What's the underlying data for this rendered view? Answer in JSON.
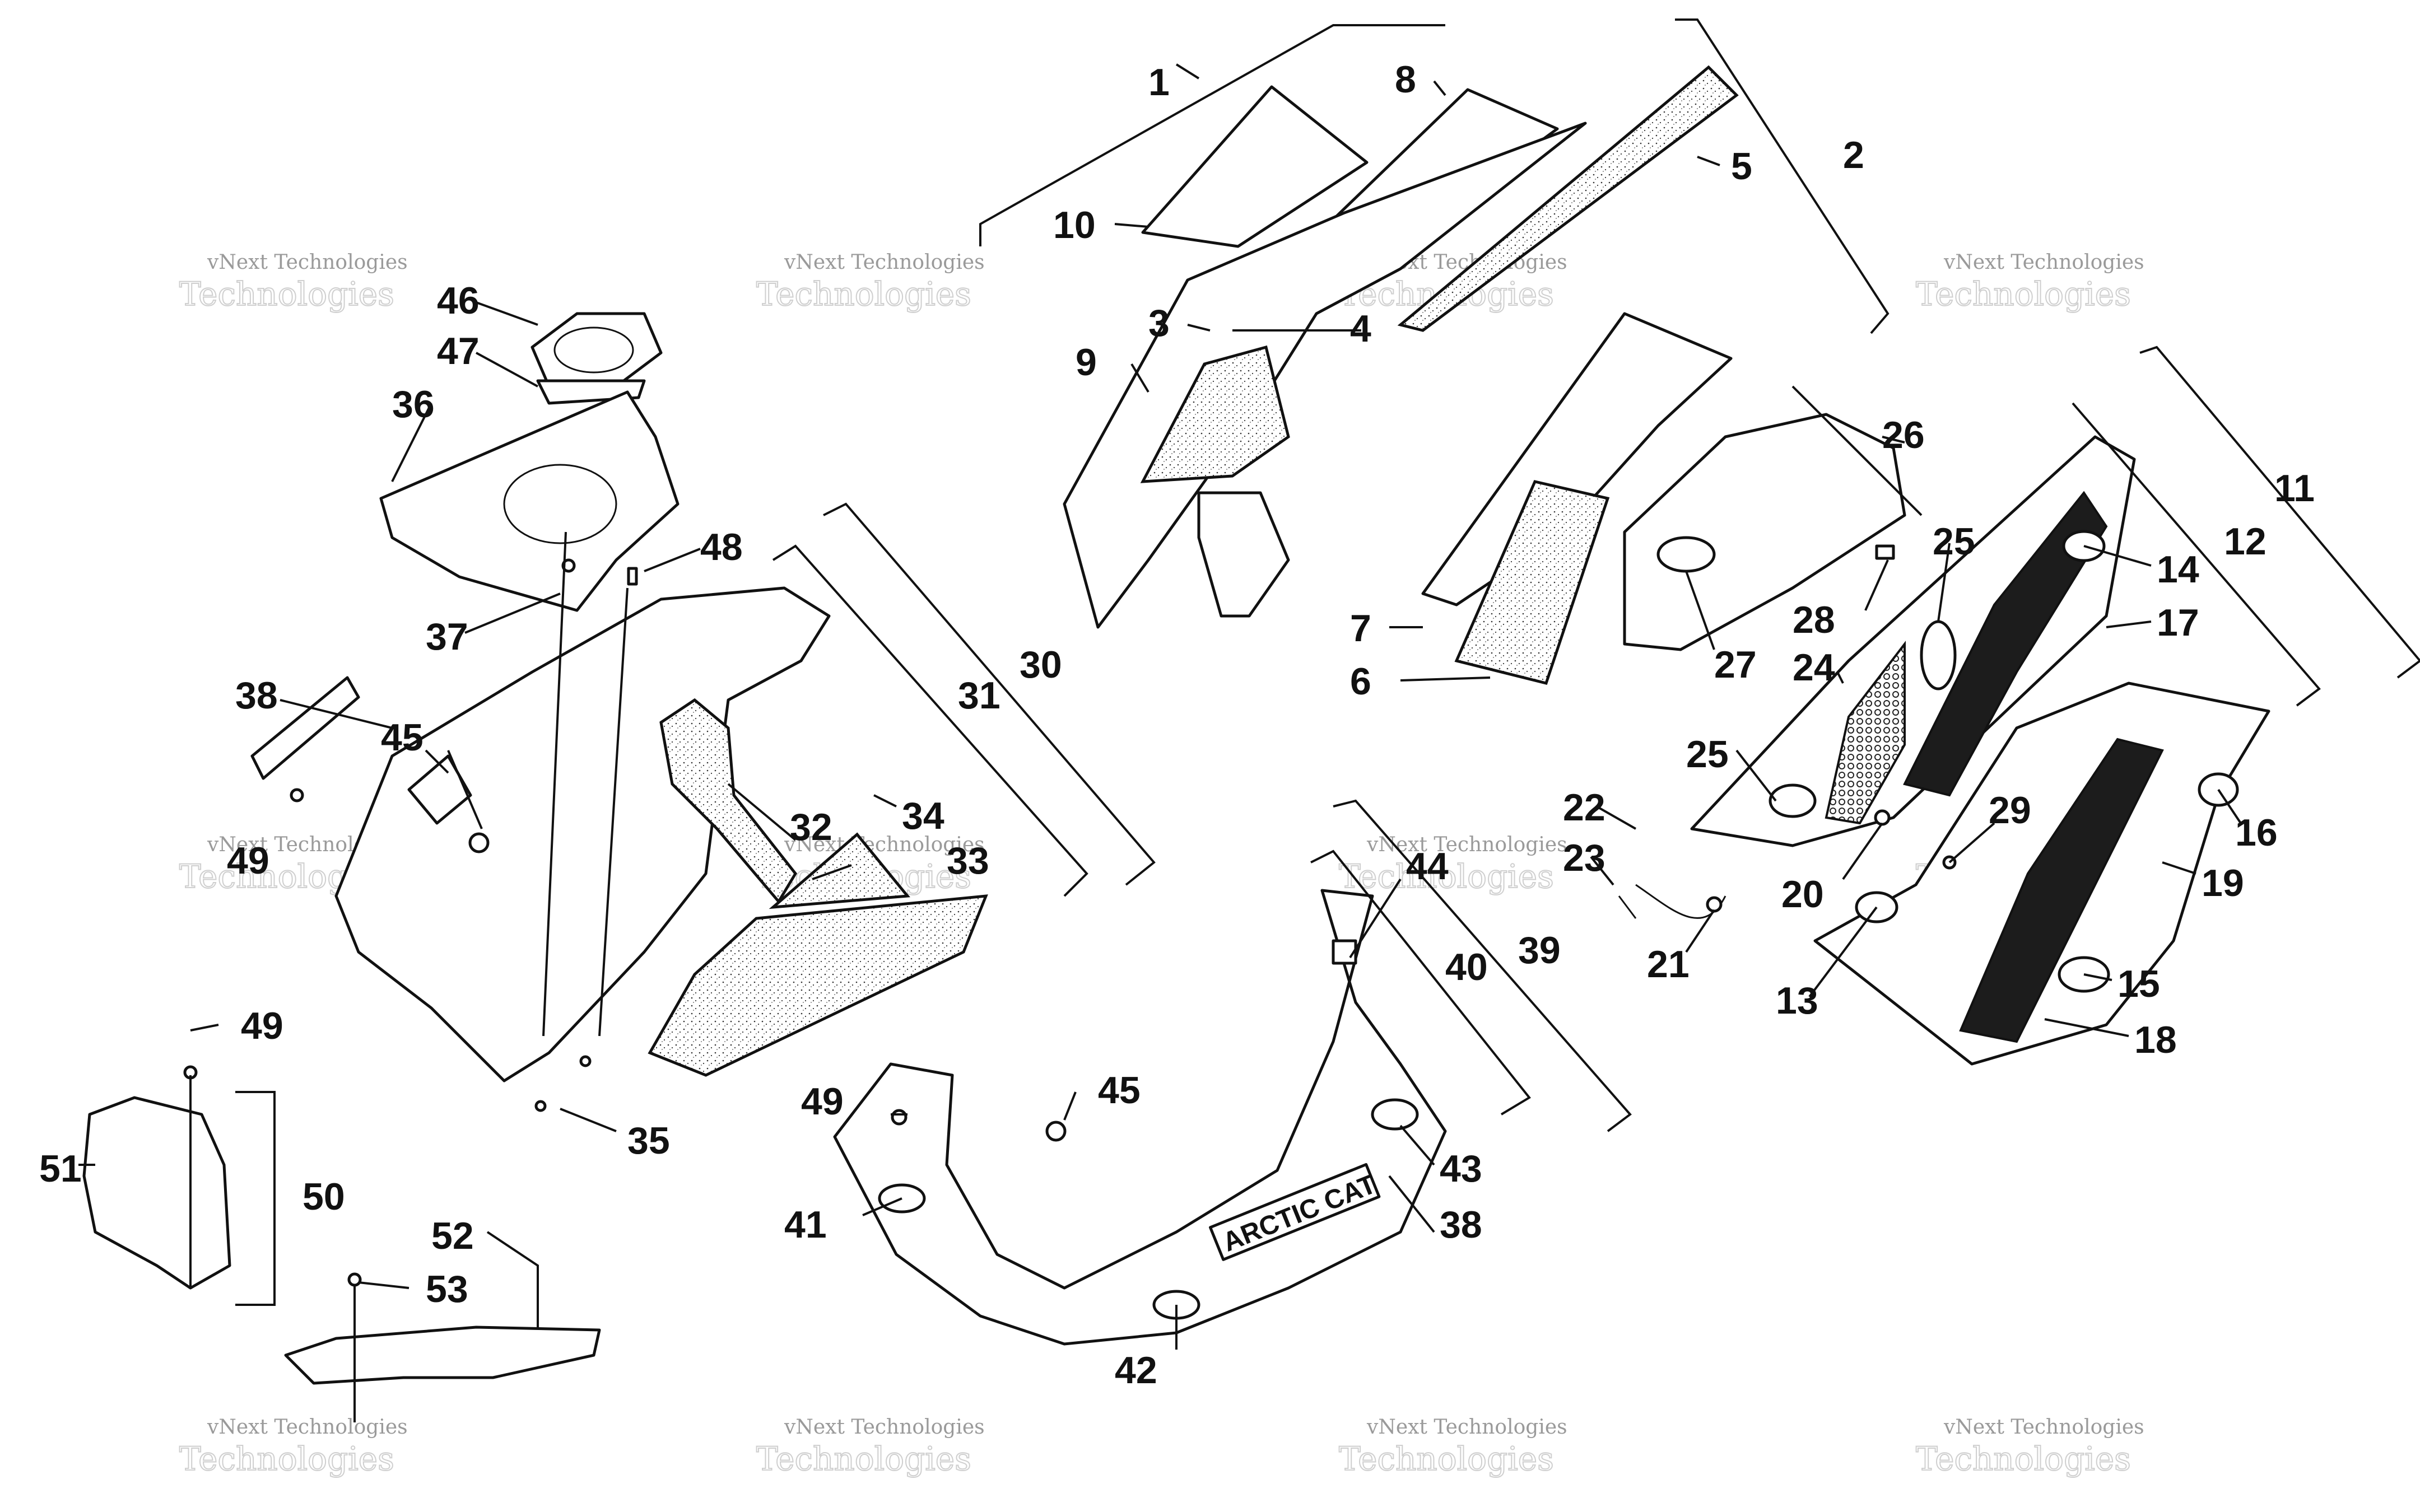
{
  "diagram": {
    "watermark": {
      "line1": "vNext Technologies",
      "line2": "Technologies"
    },
    "brand_text": "ARCTIC CAT",
    "callouts": [
      {
        "id": "1",
        "label": "1"
      },
      {
        "id": "2",
        "label": "2"
      },
      {
        "id": "3",
        "label": "3"
      },
      {
        "id": "4",
        "label": "4"
      },
      {
        "id": "5",
        "label": "5"
      },
      {
        "id": "6",
        "label": "6"
      },
      {
        "id": "7",
        "label": "7"
      },
      {
        "id": "8",
        "label": "8"
      },
      {
        "id": "9",
        "label": "9"
      },
      {
        "id": "10",
        "label": "10"
      },
      {
        "id": "11",
        "label": "11"
      },
      {
        "id": "12",
        "label": "12"
      },
      {
        "id": "13",
        "label": "13"
      },
      {
        "id": "14",
        "label": "14"
      },
      {
        "id": "15",
        "label": "15"
      },
      {
        "id": "16",
        "label": "16"
      },
      {
        "id": "17",
        "label": "17"
      },
      {
        "id": "18",
        "label": "18"
      },
      {
        "id": "19",
        "label": "19"
      },
      {
        "id": "20",
        "label": "20"
      },
      {
        "id": "21",
        "label": "21"
      },
      {
        "id": "22",
        "label": "22"
      },
      {
        "id": "23",
        "label": "23"
      },
      {
        "id": "24",
        "label": "24"
      },
      {
        "id": "25a",
        "label": "25"
      },
      {
        "id": "25b",
        "label": "25"
      },
      {
        "id": "26",
        "label": "26"
      },
      {
        "id": "27",
        "label": "27"
      },
      {
        "id": "28",
        "label": "28"
      },
      {
        "id": "29",
        "label": "29"
      },
      {
        "id": "30",
        "label": "30"
      },
      {
        "id": "31",
        "label": "31"
      },
      {
        "id": "32",
        "label": "32"
      },
      {
        "id": "33",
        "label": "33"
      },
      {
        "id": "34",
        "label": "34"
      },
      {
        "id": "35",
        "label": "35"
      },
      {
        "id": "36",
        "label": "36"
      },
      {
        "id": "37",
        "label": "37"
      },
      {
        "id": "38a",
        "label": "38"
      },
      {
        "id": "38b",
        "label": "38"
      },
      {
        "id": "39",
        "label": "39"
      },
      {
        "id": "40",
        "label": "40"
      },
      {
        "id": "41",
        "label": "41"
      },
      {
        "id": "42",
        "label": "42"
      },
      {
        "id": "43",
        "label": "43"
      },
      {
        "id": "44",
        "label": "44"
      },
      {
        "id": "45a",
        "label": "45"
      },
      {
        "id": "45b",
        "label": "45"
      },
      {
        "id": "46",
        "label": "46"
      },
      {
        "id": "47",
        "label": "47"
      },
      {
        "id": "48",
        "label": "48"
      },
      {
        "id": "49a",
        "label": "49"
      },
      {
        "id": "49b",
        "label": "49"
      },
      {
        "id": "49c",
        "label": "49"
      },
      {
        "id": "50",
        "label": "50"
      },
      {
        "id": "51",
        "label": "51"
      },
      {
        "id": "52",
        "label": "52"
      },
      {
        "id": "53",
        "label": "53"
      }
    ]
  }
}
